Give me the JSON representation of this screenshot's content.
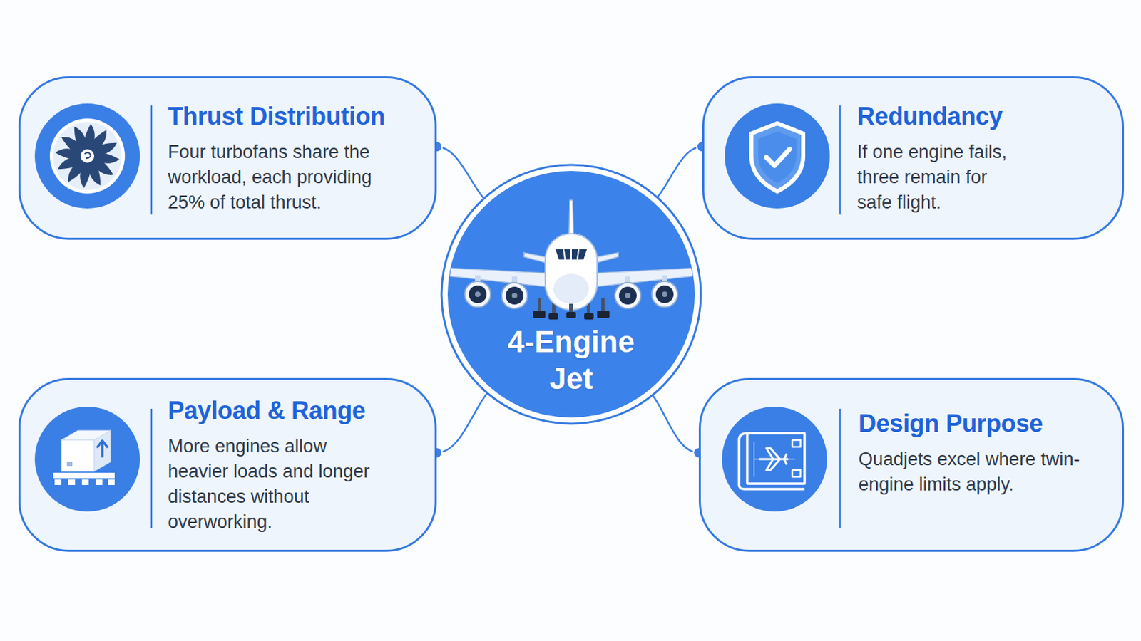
{
  "diagram": {
    "nodes": [
      {
        "text": [
          "Thrust Distribution",
          "Four turbofans share the workload, each providing 25% of total thrust."
        ]
      },
      {
        "text": [
          "Redundancy",
          "If one engine fails, three remain for safe flight."
        ]
      },
      {
        "text": [
          "4-Engine Jet"
        ]
      },
      {
        "text": [
          "Payload & Range",
          "More engines allow heavier loads and longer distances without overworking."
        ]
      },
      {
        "text": [
          "Design Purpose",
          "Quadjets excel where twin-engine limits apply."
        ]
      }
    ],
    "edges": [
      {
        "from": 2,
        "to": 0,
        "arrow": "none"
      },
      {
        "from": 2,
        "to": 1,
        "arrow": "none"
      },
      {
        "from": 2,
        "to": 3,
        "arrow": "none"
      },
      {
        "from": 2,
        "to": 4,
        "arrow": "none"
      }
    ]
  }
}
